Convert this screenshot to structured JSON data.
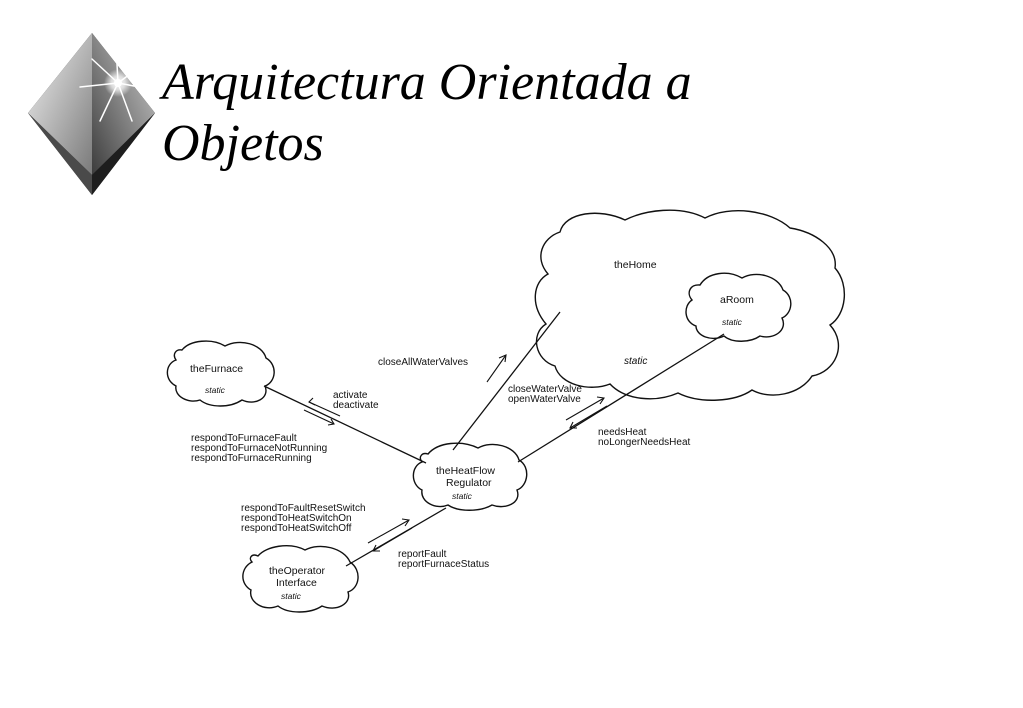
{
  "slide": {
    "title_line1": "Arquitectura Orientada a",
    "title_line2": "Objetos",
    "logo_icon": "diamond-star-bullet-icon"
  },
  "objects": {
    "home": {
      "name": "theHome",
      "stereotype": "static"
    },
    "room": {
      "name": "aRoom",
      "stereotype": "static"
    },
    "furnace": {
      "name": "theFurnace",
      "stereotype": "static"
    },
    "regulator": {
      "name_line1": "theHeatFlow",
      "name_line2": "Regulator",
      "stereotype": "static"
    },
    "operator": {
      "name_line1": "theOperator",
      "name_line2": "Interface",
      "stereotype": "static"
    }
  },
  "messages": {
    "to_home": [
      "closeAllWaterValves"
    ],
    "to_room": [
      "closeWaterValve",
      "openWaterValve"
    ],
    "from_room": [
      "needsHeat",
      "noLongerNeedsHeat"
    ],
    "to_furnace": [
      "activate",
      "deactivate"
    ],
    "from_furnace": [
      "respondToFurnaceFault",
      "respondToFurnaceNotRunning",
      "respondToFurnaceRunning"
    ],
    "from_operator": [
      "respondToFaultResetSwitch",
      "respondToHeatSwitchOn",
      "respondToHeatSwitchOff"
    ],
    "to_operator": [
      "reportFault",
      "reportFurnaceStatus"
    ]
  },
  "colors": {
    "background": "#ffffff",
    "ink": "#111111"
  }
}
